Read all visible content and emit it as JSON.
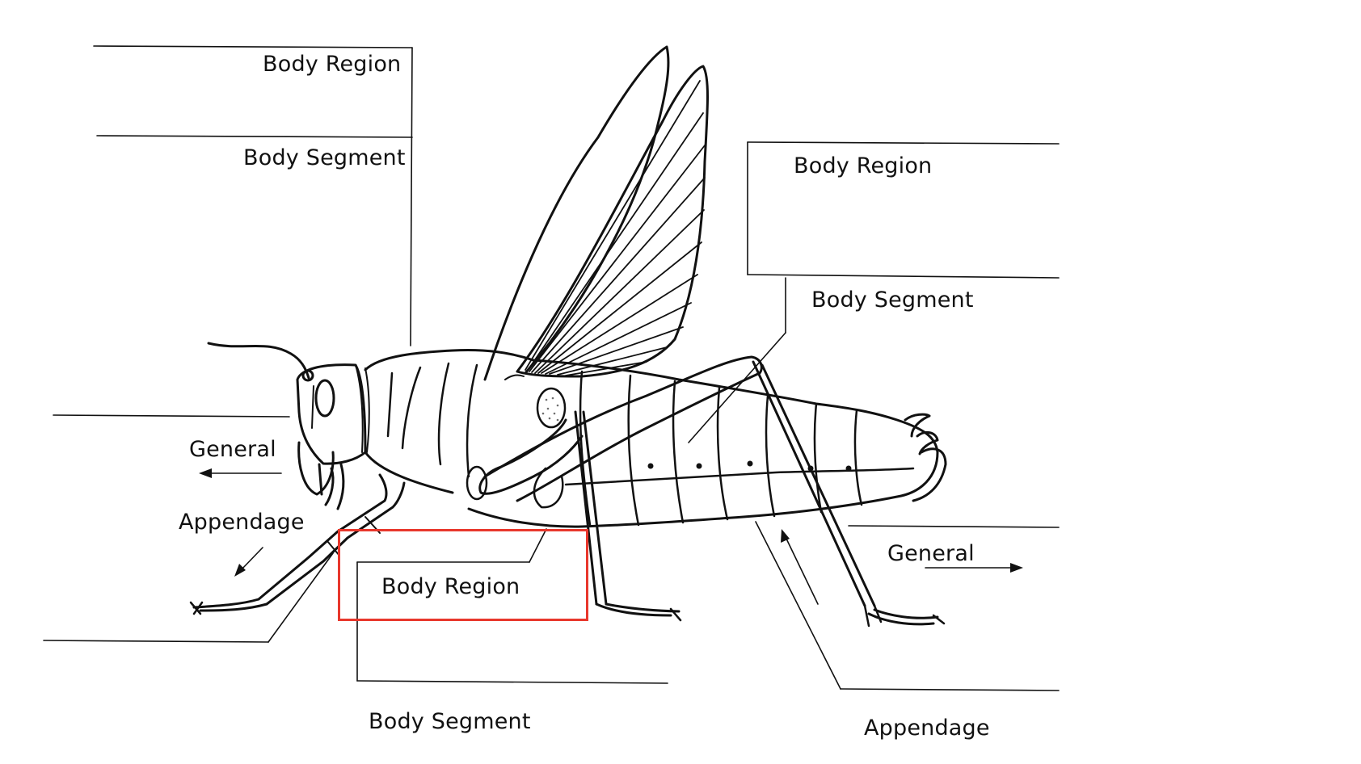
{
  "diagram": {
    "subject": "Grasshopper external anatomy",
    "labels": [
      {
        "id": "top-left-region",
        "text": "Body Region"
      },
      {
        "id": "top-left-segment",
        "text": "Body Segment"
      },
      {
        "id": "top-right-region",
        "text": "Body Region"
      },
      {
        "id": "top-right-segment",
        "text": "Body Segment"
      },
      {
        "id": "left-general",
        "text": "General"
      },
      {
        "id": "left-appendage",
        "text": "Appendage"
      },
      {
        "id": "bottom-center-region",
        "text": "Body Region"
      },
      {
        "id": "bottom-center-segment",
        "text": "Body Segment"
      },
      {
        "id": "right-general",
        "text": "General"
      },
      {
        "id": "bottom-right-appendage",
        "text": "Appendage"
      }
    ],
    "highlight": {
      "target": "bottom-center-region",
      "color": "#e8372c"
    },
    "line_color": "#111111",
    "background": "#ffffff"
  }
}
